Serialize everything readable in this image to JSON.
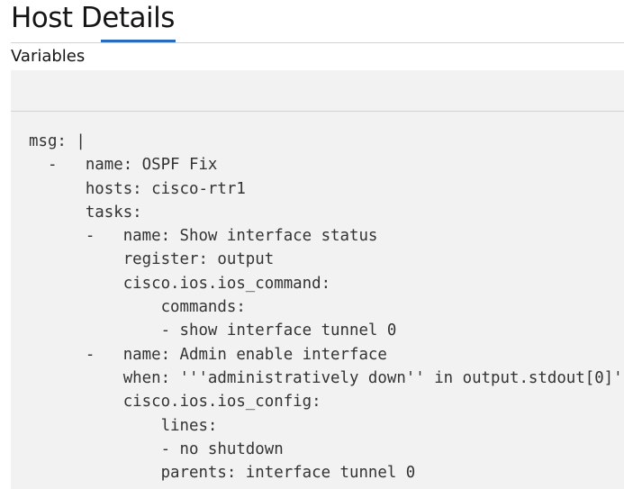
{
  "header": {
    "title": "Host Details"
  },
  "section": {
    "label": "Variables"
  },
  "code": {
    "lines": [
      "msg: |",
      "  -   name: OSPF Fix",
      "      hosts: cisco-rtr1",
      "      tasks:",
      "      -   name: Show interface status",
      "          register: output",
      "          cisco.ios.ios_command:",
      "              commands:",
      "              - show interface tunnel 0",
      "      -   name: Admin enable interface",
      "          when: '''administratively down'' in output.stdout[0]'",
      "          cisco.ios.ios_config:",
      "              lines:",
      "              - no shutdown",
      "              parents: interface tunnel 0"
    ]
  },
  "colors": {
    "accent": "#2b6bbd",
    "code_bg": "#f2f2f2"
  }
}
